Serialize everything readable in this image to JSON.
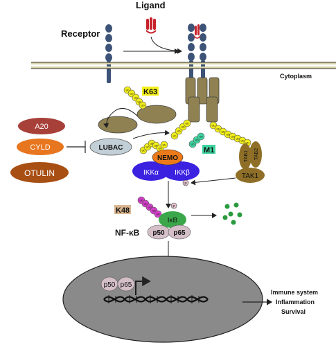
{
  "labels": {
    "ligand": "Ligand",
    "receptor": "Receptor",
    "cytoplasm": "Cytoplasm",
    "k63": "K63",
    "m1": "M1",
    "k48": "K48",
    "nfkb": "NF-κB",
    "outcome1": "Immune system",
    "outcome2": "Inflammation",
    "outcome3": "Survival"
  },
  "proteins": {
    "a20": "A20",
    "cyld": "CYLD",
    "otulin": "OTULIN",
    "lubac": "LUBAC",
    "nemo": "NEMO",
    "ikka": "IKKα",
    "ikkb": "IKKβ",
    "tak1": "TAK1",
    "tab1": "TAB1",
    "tab2": "TAB2",
    "ikb": "IκB",
    "p50": "p50",
    "p65": "p65"
  },
  "modifiers": {
    "ub": "Ub",
    "phospho": "P"
  },
  "colors": {
    "a20": "#a8403a",
    "cyld": "#e8761f",
    "otulin": "#a84f14",
    "olive": "#8f8152",
    "ub_yellow": "#f2ee1a",
    "ub_teal": "#3fd3a0",
    "ub_magenta": "#d33fc9",
    "nemo": "#ec7a1a",
    "ikk": "#3b22e0",
    "ikb": "#3aa84a",
    "p50p65": "#d4bfc8",
    "nucleus": "#8a8a8a",
    "receptor": "#3d5478",
    "ligand": "#c8232c"
  }
}
